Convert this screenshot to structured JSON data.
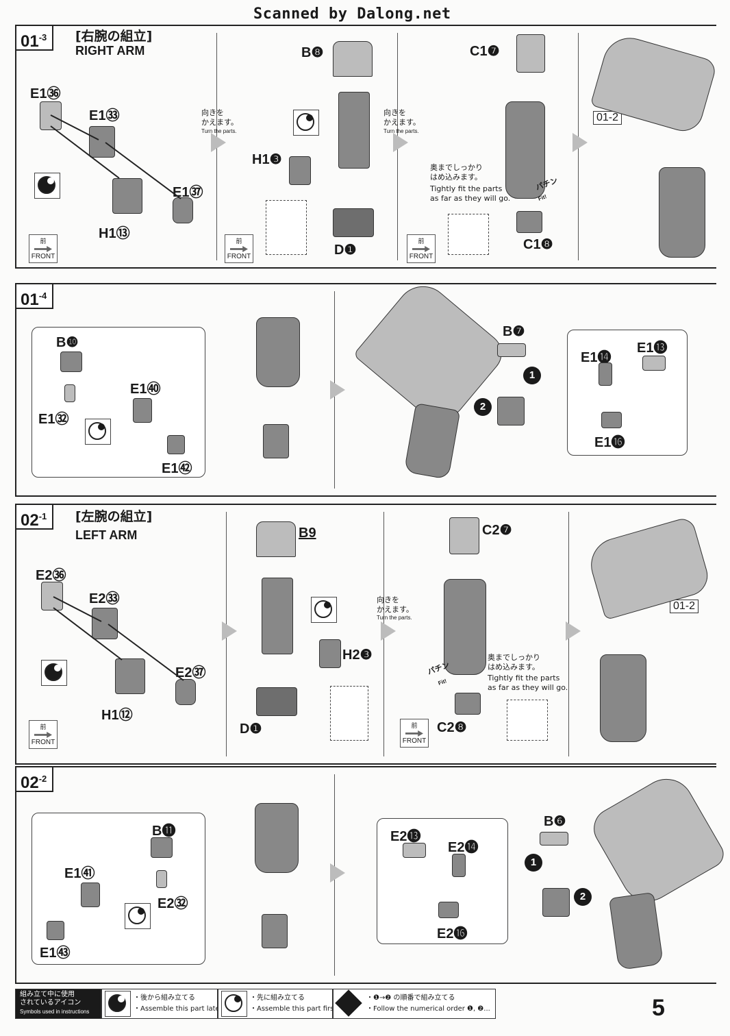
{
  "watermark": "Scanned by Dalong.net",
  "page_number": "5",
  "steps": {
    "s013": {
      "step": "01",
      "sub": "-3",
      "title_jp": "[右腕の組立]",
      "title_en": "RIGHT ARM",
      "labels": {
        "e1_36": "E1㊱",
        "e1_33": "E1㉝",
        "e1_37": "E1㊲",
        "h1_13": "H1⑬",
        "b8": "B❽",
        "h1_3": "H1❸",
        "d1": "D❶",
        "c1_7": "C1❼",
        "c1_8": "C1❽",
        "ref": "01-2"
      },
      "turn_jp": "向きを\nかえます。",
      "turn_en": "Turn the parts.",
      "fit_jp": "奥までしっかり\nはめ込みます。",
      "fit_en": "Tightly fit the parts\nas far as they will go.",
      "fit_sound": "パチン",
      "fit_word": "Fit!"
    },
    "s014": {
      "step": "01",
      "sub": "-4",
      "labels": {
        "b10": "B❿",
        "e1_40": "E1㊵",
        "e1_32": "E1㉜",
        "e1_42": "E1㊷",
        "b7": "B❼",
        "e1_14": "E1⓮",
        "e1_13": "E1⓭",
        "e1_16": "E1⓰"
      },
      "order": [
        "1",
        "2"
      ]
    },
    "s021": {
      "step": "02",
      "sub": "-1",
      "title_jp": "[左腕の組立]",
      "title_en": "LEFT ARM",
      "labels": {
        "e2_36": "E2㊱",
        "e2_33": "E2㉝",
        "e2_37": "E2㊲",
        "h1_12": "H1⑫",
        "b9": "B9",
        "h2_3": "H2❸",
        "d1": "D❶",
        "c2_7": "C2❼",
        "c2_8": "C2❽",
        "ref": "01-2"
      },
      "turn_jp": "向きを\nかえます。",
      "turn_en": "Turn the parts.",
      "fit_jp": "奥までしっかり\nはめ込みます。",
      "fit_en": "Tightly fit the parts\nas far as they will go.",
      "fit_sound": "パチン",
      "fit_word": "Fit!"
    },
    "s022": {
      "step": "02",
      "sub": "-2",
      "labels": {
        "b11": "B⓫",
        "e1_41": "E1㊶",
        "e2_32": "E2㉜",
        "e1_43": "E1㊸",
        "b6": "B❻",
        "e2_13": "E2⓭",
        "e2_14": "E2⓮",
        "e2_16": "E2⓰"
      },
      "order": [
        "1",
        "2"
      ]
    }
  },
  "front_badge": {
    "jp": "前",
    "en": "FRONT"
  },
  "footer": {
    "legend_title_jp": "組み立て中に使用\nされているアイコン",
    "legend_title_en": "Symbols used in instructions",
    "later_jp": "・後から組み立てる",
    "later_en": "・Assemble this part later.",
    "first_jp": "・先に組み立てる",
    "first_en": "・Assemble this part first.",
    "order_jp": "・❶→❷ の順番で組み立てる",
    "order_en": "・Follow the numerical order ❶, ❷..."
  }
}
